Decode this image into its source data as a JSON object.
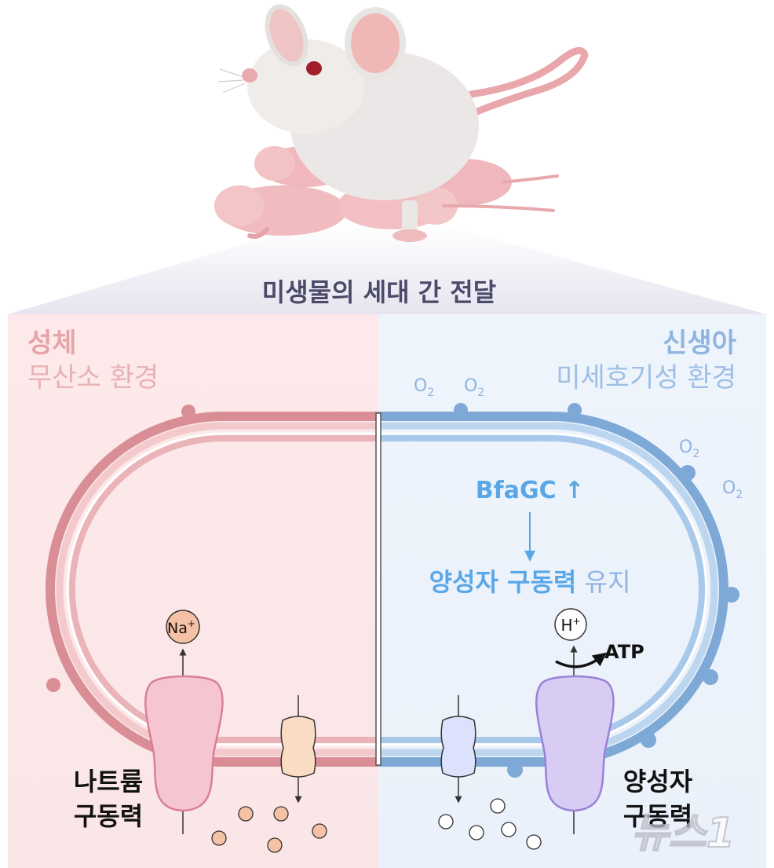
{
  "header": {
    "title": "미생물의 세대 간 전달"
  },
  "left_panel": {
    "title": "성체",
    "subtitle": "무산소 환경",
    "ion_label": "Na",
    "ion_superscript": "+",
    "pump_label_line1": "나트륨",
    "pump_label_line2": "구동력"
  },
  "right_panel": {
    "title": "신생아",
    "subtitle": "미세호기성 환경",
    "oxygen_label": "O",
    "oxygen_subscript": "2",
    "enzyme_label": "BfaGC ↑",
    "result_bold": "양성자 구동력",
    "result_normal": " 유지",
    "ion_label": "H",
    "ion_superscript": "+",
    "atp_label": "ATP",
    "pump_label_line1": "양성자",
    "pump_label_line2": "구동력"
  },
  "watermark": "뉴스1",
  "colors": {
    "left_bg": "#fdebeb",
    "right_bg": "#edf3fb",
    "left_membrane": "#d98e96",
    "right_membrane": "#7ea8d6",
    "left_title": "#e4a4a8",
    "right_title": "#8fb4e0",
    "accent_blue": "#5aa7e8",
    "header_text": "#4a4a6a"
  }
}
